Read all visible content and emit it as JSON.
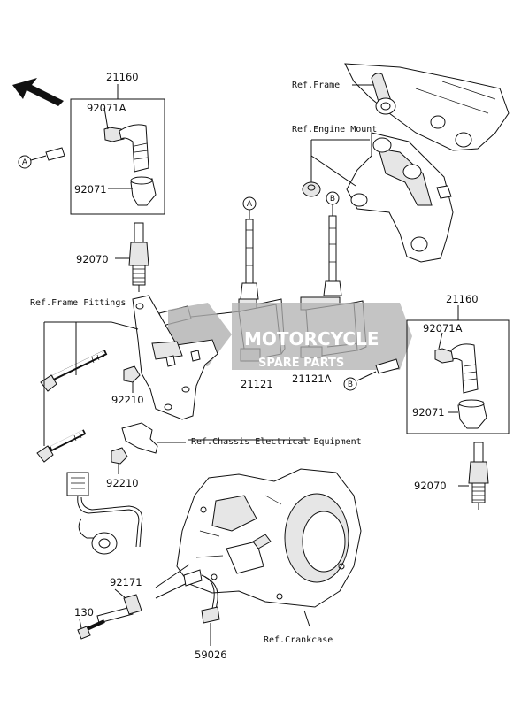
{
  "labels": {
    "top_assembly": "21160",
    "top_cap_a": "92071A",
    "top_cap": "92071",
    "top_plug": "92070",
    "right_assembly": "21160",
    "right_cap_a": "92071A",
    "right_cap": "92071",
    "right_plug": "92070",
    "coil_a": "21121",
    "coil_b": "21121A",
    "nut_upper": "92210",
    "nut_lower": "92210",
    "sensor": "92171",
    "bolt": "130",
    "clamp": "59026"
  },
  "refs": {
    "frame": "Ref.Frame",
    "engine_mount": "Ref.Engine Mount",
    "frame_fittings": "Ref.Frame Fittings",
    "chassis_electrical": "Ref.Chassis Electrical Equipment",
    "crankcase": "Ref.Crankcase"
  },
  "callouts": {
    "a": "A",
    "b": "B"
  },
  "watermark": {
    "line1": "MOTORCYCLE",
    "line2": "SPARE PARTS"
  },
  "colors": {
    "line": "#111111",
    "watermark": "#b0b0b0",
    "watermark_text": "#ffffff"
  }
}
